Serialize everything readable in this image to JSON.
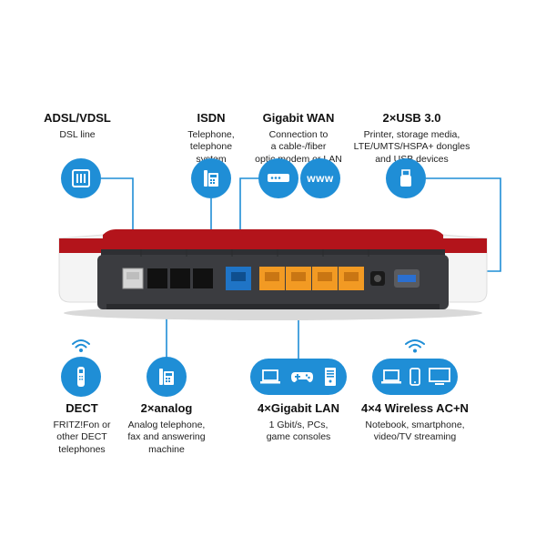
{
  "top": {
    "adsl": {
      "title": "ADSL/VDSL",
      "desc": [
        "DSL line"
      ]
    },
    "isdn": {
      "title": "ISDN",
      "desc": [
        "Telephone,",
        "telephone",
        "system"
      ]
    },
    "wan": {
      "title": "Gigabit WAN",
      "desc": [
        "Connection to",
        "a cable-/fiber",
        "optic modem or LAN"
      ]
    },
    "usb": {
      "title": "2×USB 3.0",
      "desc": [
        "Printer, storage media,",
        "LTE/UMTS/HSPA+ dongles",
        "and USB devices"
      ]
    }
  },
  "bottom": {
    "dect": {
      "title": "DECT",
      "desc": [
        "FRITZ!Fon or",
        "other DECT",
        "telephones"
      ]
    },
    "analog": {
      "title": "2×analog",
      "desc": [
        "Analog telephone,",
        "fax and answering",
        "machine"
      ]
    },
    "lan": {
      "title": "4×Gigabit LAN",
      "desc": [
        "1 Gbit/s, PCs,",
        "game consoles"
      ]
    },
    "wireless": {
      "title": "4×4 Wireless AC+N",
      "desc": [
        "Notebook, smartphone,",
        "video/TV streaming"
      ]
    }
  },
  "wan_icon_text": "www",
  "colors": {
    "accent": "#1f8ed6",
    "router_red": "#b3141b",
    "router_body": "#3b3c40",
    "lan_port": "#f29a23",
    "wan_port": "#1f74c6",
    "usb_port": "#2b6fd0"
  },
  "icons": [
    "dsl-socket-icon",
    "telephone-system-icon",
    "modem-icon",
    "www-icon",
    "usb-stick-icon",
    "wifi-icon",
    "dect-phone-icon",
    "analog-phone-icon",
    "laptop-icon",
    "gamepad-icon",
    "pc-tower-icon",
    "smartphone-icon",
    "monitor-icon"
  ]
}
